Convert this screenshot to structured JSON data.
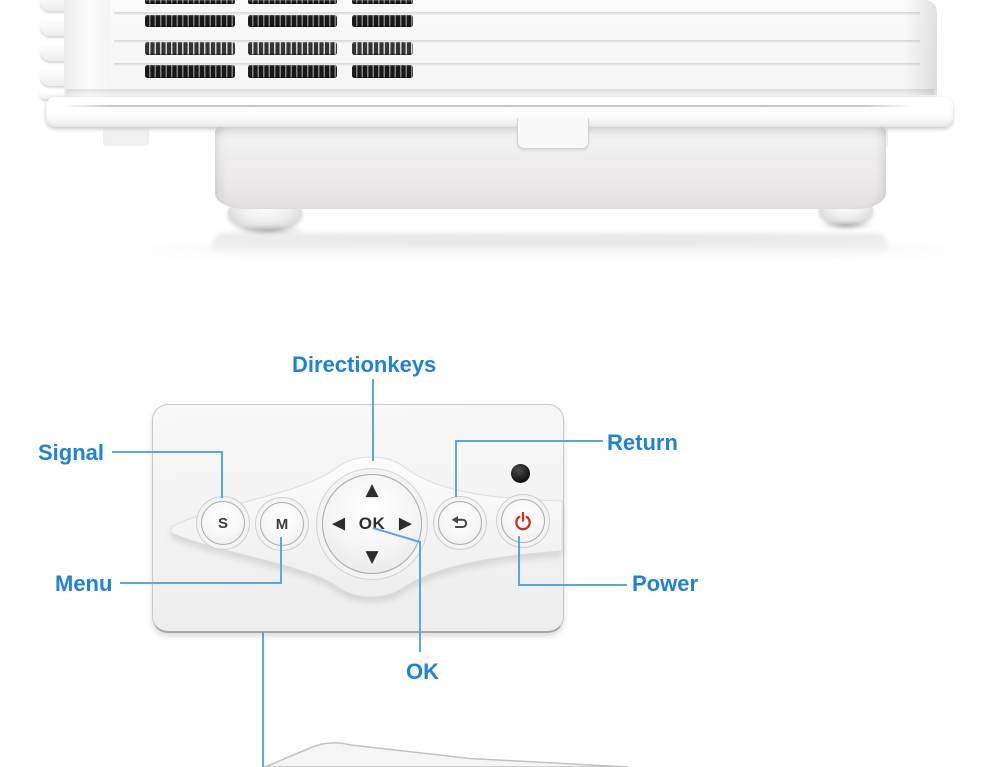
{
  "annotations": {
    "direction_keys": "Directionkeys",
    "signal": "Signal",
    "menu": "Menu",
    "ok": "OK",
    "return": "Return",
    "power": "Power"
  },
  "panel_buttons": {
    "signal": "S",
    "menu": "M",
    "ok": "OK",
    "up": "▲",
    "down": "▼",
    "left": "◀",
    "right": "▶",
    "return_icon": "undo-back-arrow",
    "power_icon": "power-symbol",
    "sensor": "ir-sensor-dot"
  },
  "colors": {
    "label_blue": "#1e82dd",
    "line_blue": "#58a5e8",
    "power_red": "#d02c23",
    "panel_gray": "#f2f2f2",
    "vent_black": "#181818"
  }
}
